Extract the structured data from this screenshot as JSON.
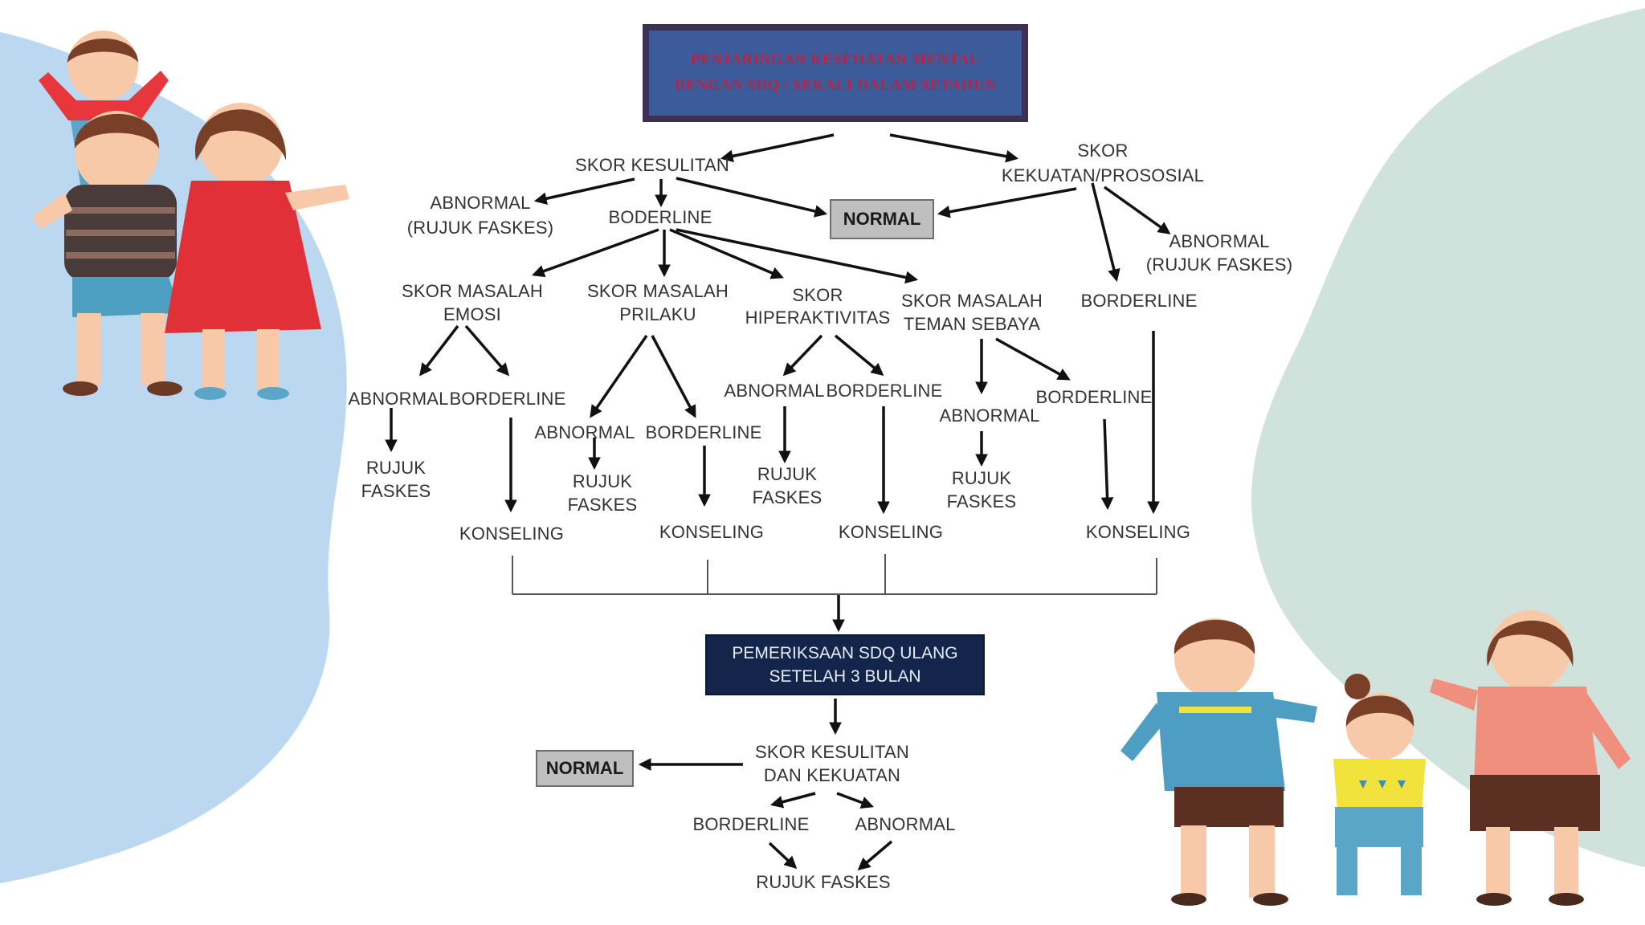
{
  "title": {
    "line1": "PENJARINGAN KESEHATAN MENTAL",
    "line2": "DENGAN SDQ / SEKALI DALAM SETAHUN"
  },
  "nodes": {
    "skor_kesulitan": "SKOR KESULITAN",
    "skor_kekuatan_1": "SKOR",
    "skor_kekuatan_2": "KEKUATAN/PROSOSIAL",
    "abnormal_left_1": "ABNORMAL",
    "abnormal_left_2": "(RUJUK FASKES)",
    "boderline": "BODERLINE",
    "normal_top": "NORMAL",
    "abnormal_right_1": "ABNORMAL",
    "abnormal_right_2": "(RUJUK FASKES)",
    "borderline_right": "BORDERLINE",
    "emosi_1": "SKOR MASALAH",
    "emosi_2": "EMOSI",
    "prilaku_1": "SKOR MASALAH",
    "prilaku_2": "PRILAKU",
    "hiper_1": "SKOR",
    "hiper_2": "HIPERAKTIVITAS",
    "teman_1": "SKOR MASALAH",
    "teman_2": "TEMAN SEBAYA",
    "emosi_abnormal": "ABNORMAL",
    "emosi_borderline": "BORDERLINE",
    "prilaku_abnormal": "ABNORMAL",
    "prilaku_borderline": "BORDERLINE",
    "hiper_abnormal": "ABNORMAL",
    "hiper_borderline": "BORDERLINE",
    "teman_abnormal": "ABNORMAL",
    "teman_borderline": "BORDERLINE",
    "rujuk_1": "RUJUK",
    "faskes": "FASKES",
    "konseling": "KONSELING",
    "ulang_1": "PEMERIKSAAN SDQ  ULANG",
    "ulang_2": "SETELAH 3 BULAN",
    "skor_kesulitan_kekuatan_1": "SKOR KESULITAN",
    "skor_kesulitan_kekuatan_2": "DAN KEKUATAN",
    "normal_bottom": "NORMAL",
    "borderline_bottom": "BORDERLINE",
    "abnormal_bottom": "ABNORMAL",
    "rujuk_faskes_bottom": "RUJUK FASKES"
  },
  "colors": {
    "left_blob": "#bcd8f0",
    "right_blob": "#cfe3dc",
    "title_border": "#3e3054",
    "title_fill": "#3b5b9b",
    "title_text": "#b8234a",
    "ulang_fill": "#13254a",
    "normal_fill": "#bfbfbf"
  },
  "illustrations": [
    "family-illustration-top-left",
    "family-illustration-bottom-right"
  ]
}
